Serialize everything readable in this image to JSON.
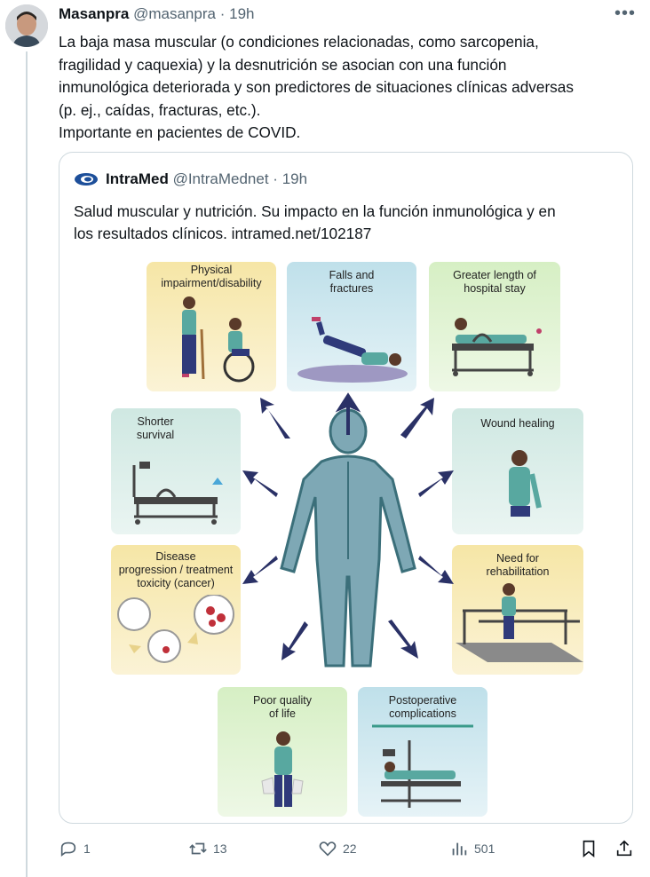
{
  "tweet": {
    "author_name": "Masanpra",
    "author_handle": "@masanpra",
    "separator": "·",
    "time": "19h",
    "more_icon": "more-horizontal-icon",
    "text_lines": [
      "La baja masa muscular (o condiciones relacionadas, como sarcopenia,",
      "fragilidad y caquexia) y la desnutrición se asocian con una función",
      "inmunológica deteriorada y son predictores de situaciones clínicas adversas",
      "(p. ej., caídas, fracturas, etc.).",
      "Importante en pacientes de COVID."
    ]
  },
  "quote": {
    "author_name": "IntraMed",
    "author_handle": "@IntraMednet",
    "separator": "·",
    "time": "19h",
    "text_lines": [
      "Salud muscular y nutrición. Su impacto en la función inmunológica y en",
      "los resultados clínicos. intramed.net/102187"
    ]
  },
  "figure": {
    "panels": {
      "physical": [
        "Physical",
        "impairment/disability"
      ],
      "falls": [
        "Falls and",
        "fractures"
      ],
      "hospital": [
        "Greater length of",
        "hospital stay"
      ],
      "survival": [
        "Shorter",
        "survival"
      ],
      "wound": [
        "Wound healing"
      ],
      "disease": [
        "Disease",
        "progression / treatment",
        "toxicity (cancer)"
      ],
      "rehab": [
        "Need for",
        "rehabilitation"
      ],
      "quality": [
        "Poor quality",
        "of life"
      ],
      "postop": [
        "Postoperative",
        "complications"
      ]
    },
    "colors": {
      "yellow": "#f6e6a6",
      "blue": "#bfe0ea",
      "green": "#d6efc4",
      "teal": "#cfe8e2",
      "arrow": "#2a3166",
      "body": "#7ea8b5"
    }
  },
  "actions": {
    "reply_count": "1",
    "retweet_count": "13",
    "like_count": "22",
    "views_count": "501",
    "icons": [
      "reply-icon",
      "retweet-icon",
      "like-icon",
      "views-icon",
      "bookmark-icon",
      "share-icon"
    ]
  }
}
